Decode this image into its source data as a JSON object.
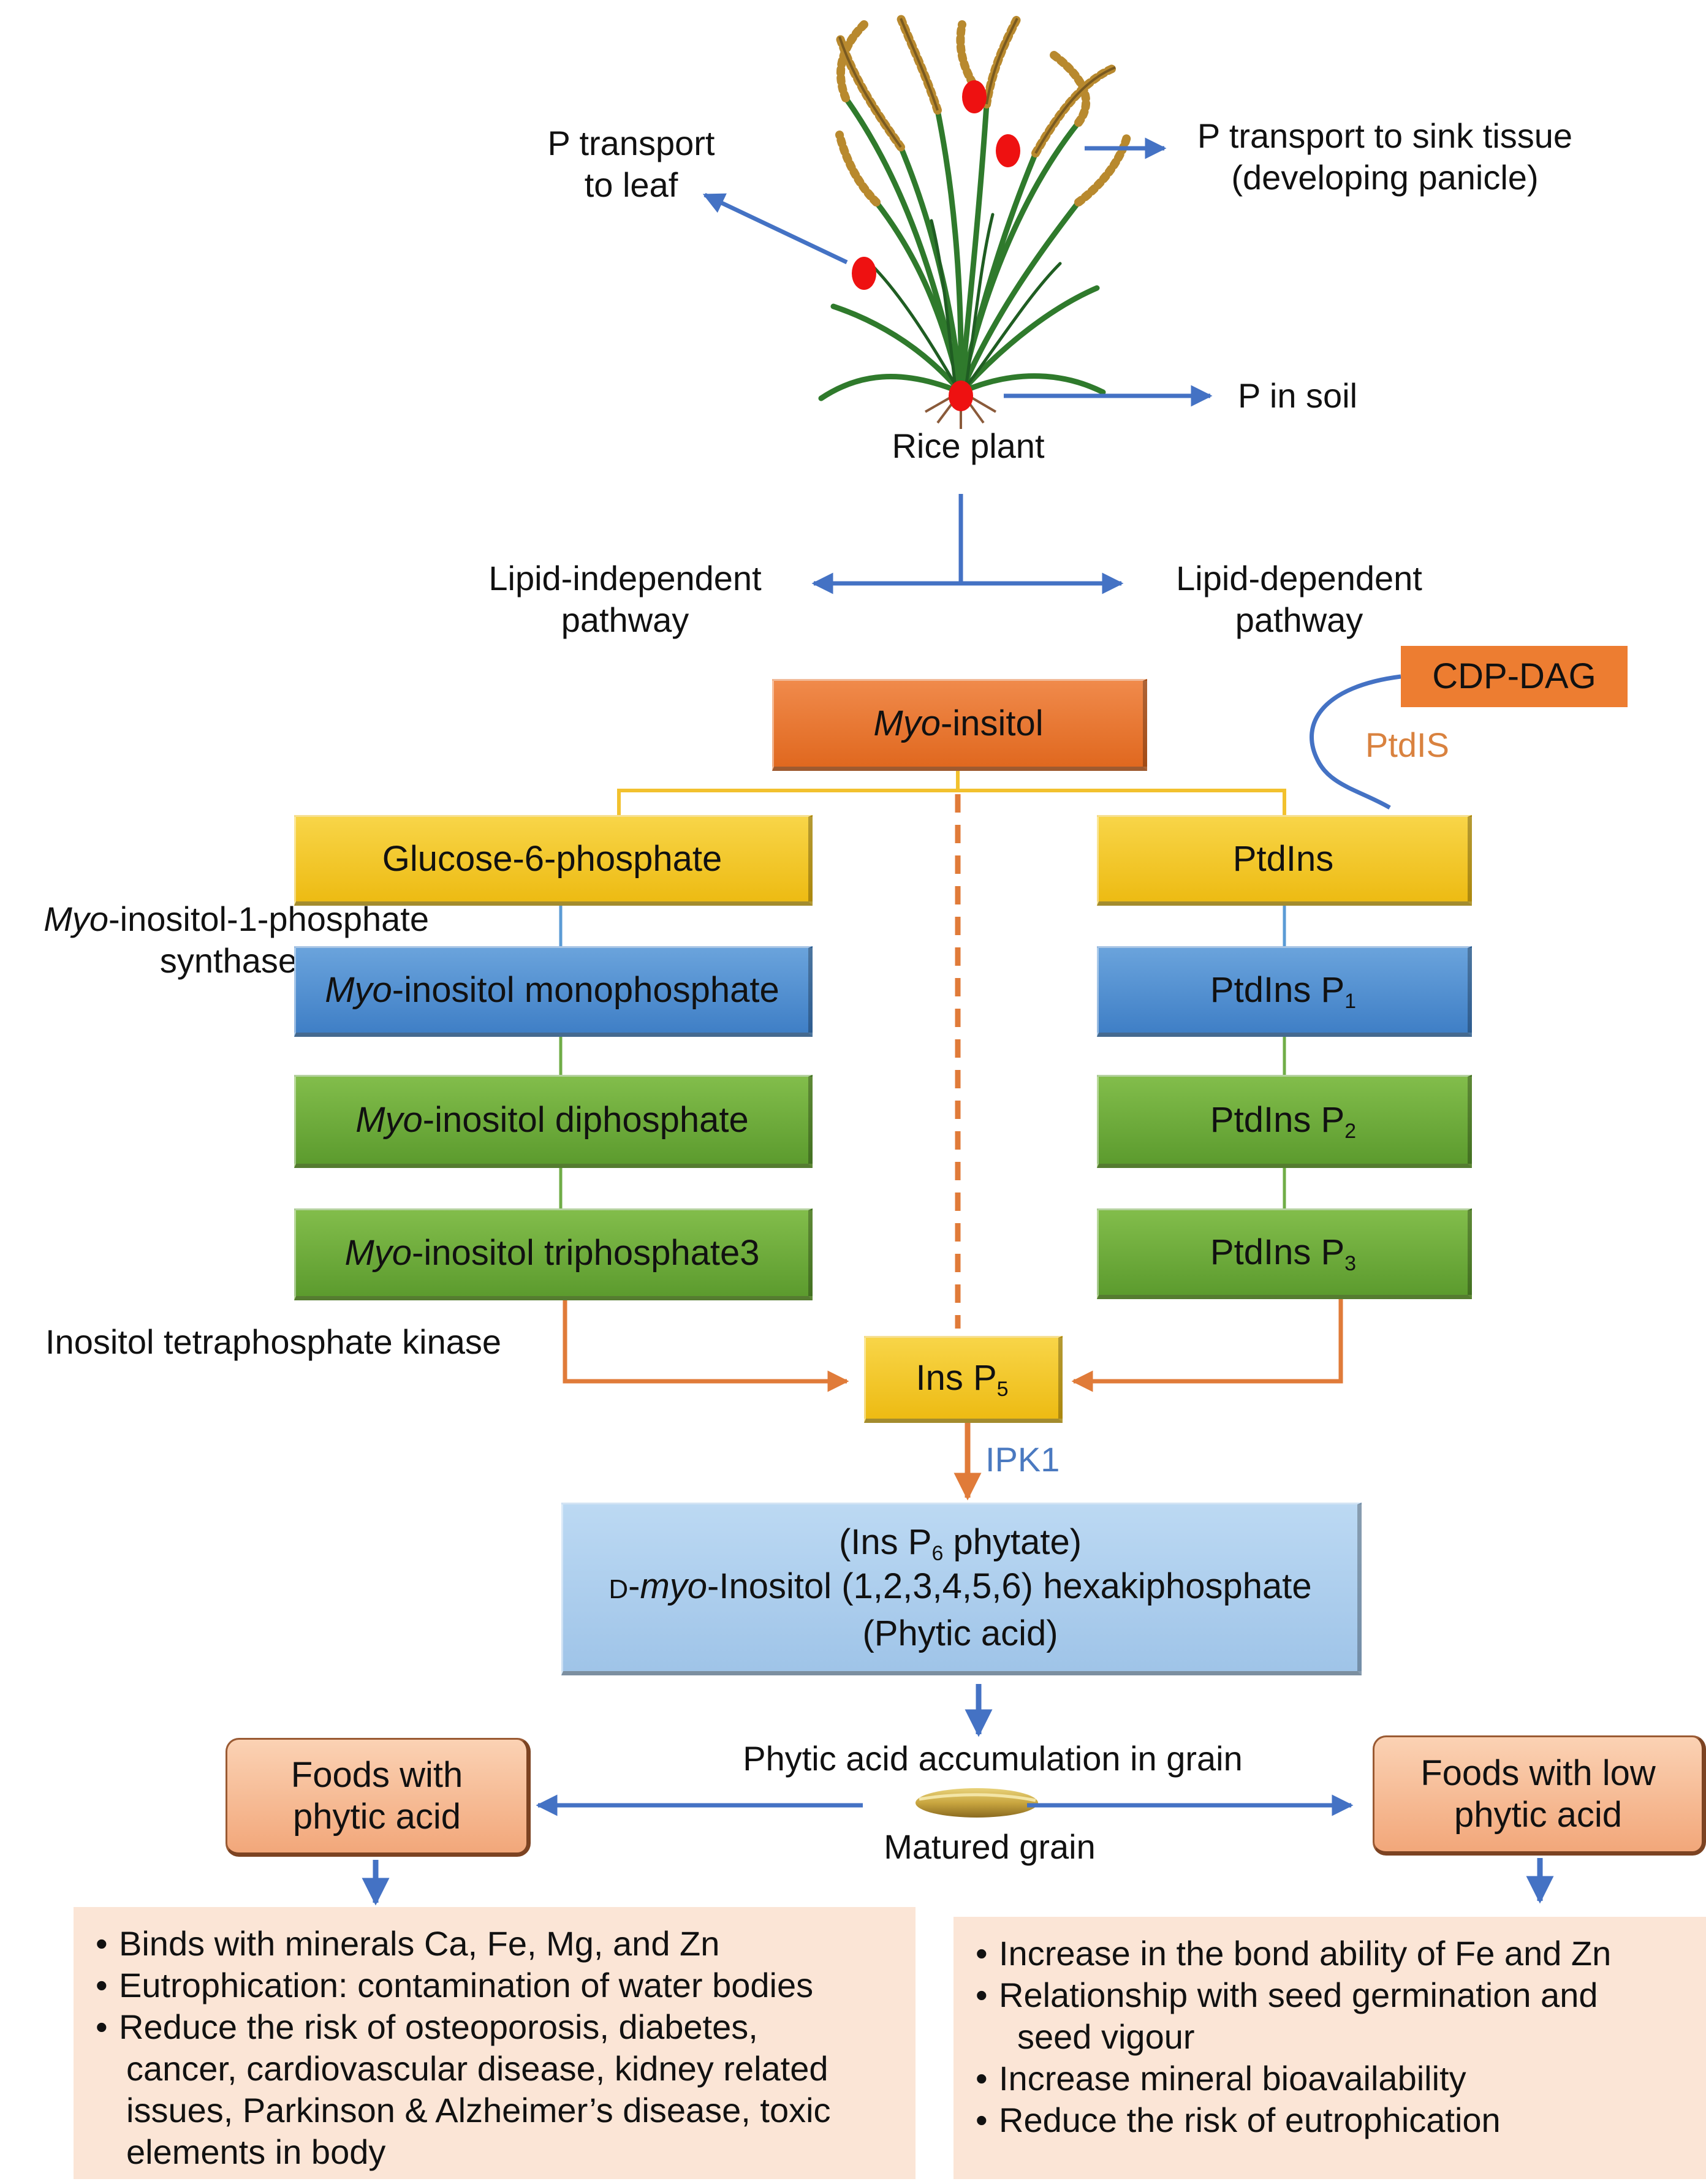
{
  "plant": {
    "label": "Rice plant",
    "transport_leaf": [
      "P transport",
      "to leaf"
    ],
    "transport_sink": [
      "P transport to sink tissue",
      "(developing panicle)"
    ],
    "soil": "P in soil"
  },
  "pathways": {
    "independent": [
      "Lipid-independent",
      "pathway"
    ],
    "dependent": [
      "Lipid-dependent",
      "pathway"
    ]
  },
  "boxes": {
    "myo_inositol": {
      "italic": "Myo",
      "rest": "-insitol"
    },
    "cdp_dag": "CDP-DAG",
    "glucose6p": "Glucose-6-phosphate",
    "ptdins": "PtdIns",
    "mono": {
      "italic": "Myo",
      "rest": "-inositol monophosphate"
    },
    "di": {
      "italic": "Myo",
      "rest": "-inositol diphosphate"
    },
    "tri": {
      "italic": "Myo",
      "rest": "-inositol triphosphate3"
    },
    "ptdins_p1": {
      "base": "PtdIns P",
      "sub": "1"
    },
    "ptdins_p2": {
      "base": "PtdIns P",
      "sub": "2"
    },
    "ptdins_p3": {
      "base": "PtdIns P",
      "sub": "3"
    },
    "ins_p5": {
      "base": "Ins P",
      "sub": "5"
    },
    "phytate": {
      "line1_a": "(Ins P",
      "line1_sub": "6",
      "line1_b": " phytate)",
      "line2_d": "D",
      "line2_dash": "-",
      "line2_italic": "myo",
      "line2_rest": "-Inositol (1,2,3,4,5,6) hexakiphosphate",
      "line3": "(Phytic acid)"
    }
  },
  "enzymes": {
    "ptdis": "PtdIS",
    "mips": {
      "italic": "Myo",
      "rest": "-inositol-1-phosphate",
      "line2": "synthase"
    },
    "itpk": "Inositol tetraphosphate kinase",
    "ipk1": "IPK1"
  },
  "grain": {
    "accumulation": "Phytic acid accumulation in grain",
    "matured": "Matured grain"
  },
  "outcomes": {
    "with": {
      "title": [
        "Foods with",
        "phytic acid"
      ]
    },
    "low": {
      "title": [
        "Foods with low",
        "phytic acid"
      ]
    }
  },
  "effects_with": [
    "Binds with minerals Ca, Fe, Mg, and Zn",
    "Eutrophication: contamination of water bodies",
    "Reduce the risk of osteoporosis, diabetes,",
    "cancer, cardiovascular disease, kidney related",
    "issues, Parkinson & Alzheimer’s disease, toxic",
    "elements in body"
  ],
  "effects_low": [
    "Increase in the bond ability of Fe and Zn",
    "Relationship with seed germination and",
    "seed vigour",
    "Increase mineral bioavailability",
    "Reduce the risk of eutrophication"
  ],
  "colors": {
    "arrow_blue": "#4472c4",
    "arrow_orange": "#e07b39",
    "connector_yellow": "#f2c12e",
    "connector_blue": "#5b9bd5",
    "connector_green": "#70ad47",
    "p_dot": "#ee1111"
  }
}
